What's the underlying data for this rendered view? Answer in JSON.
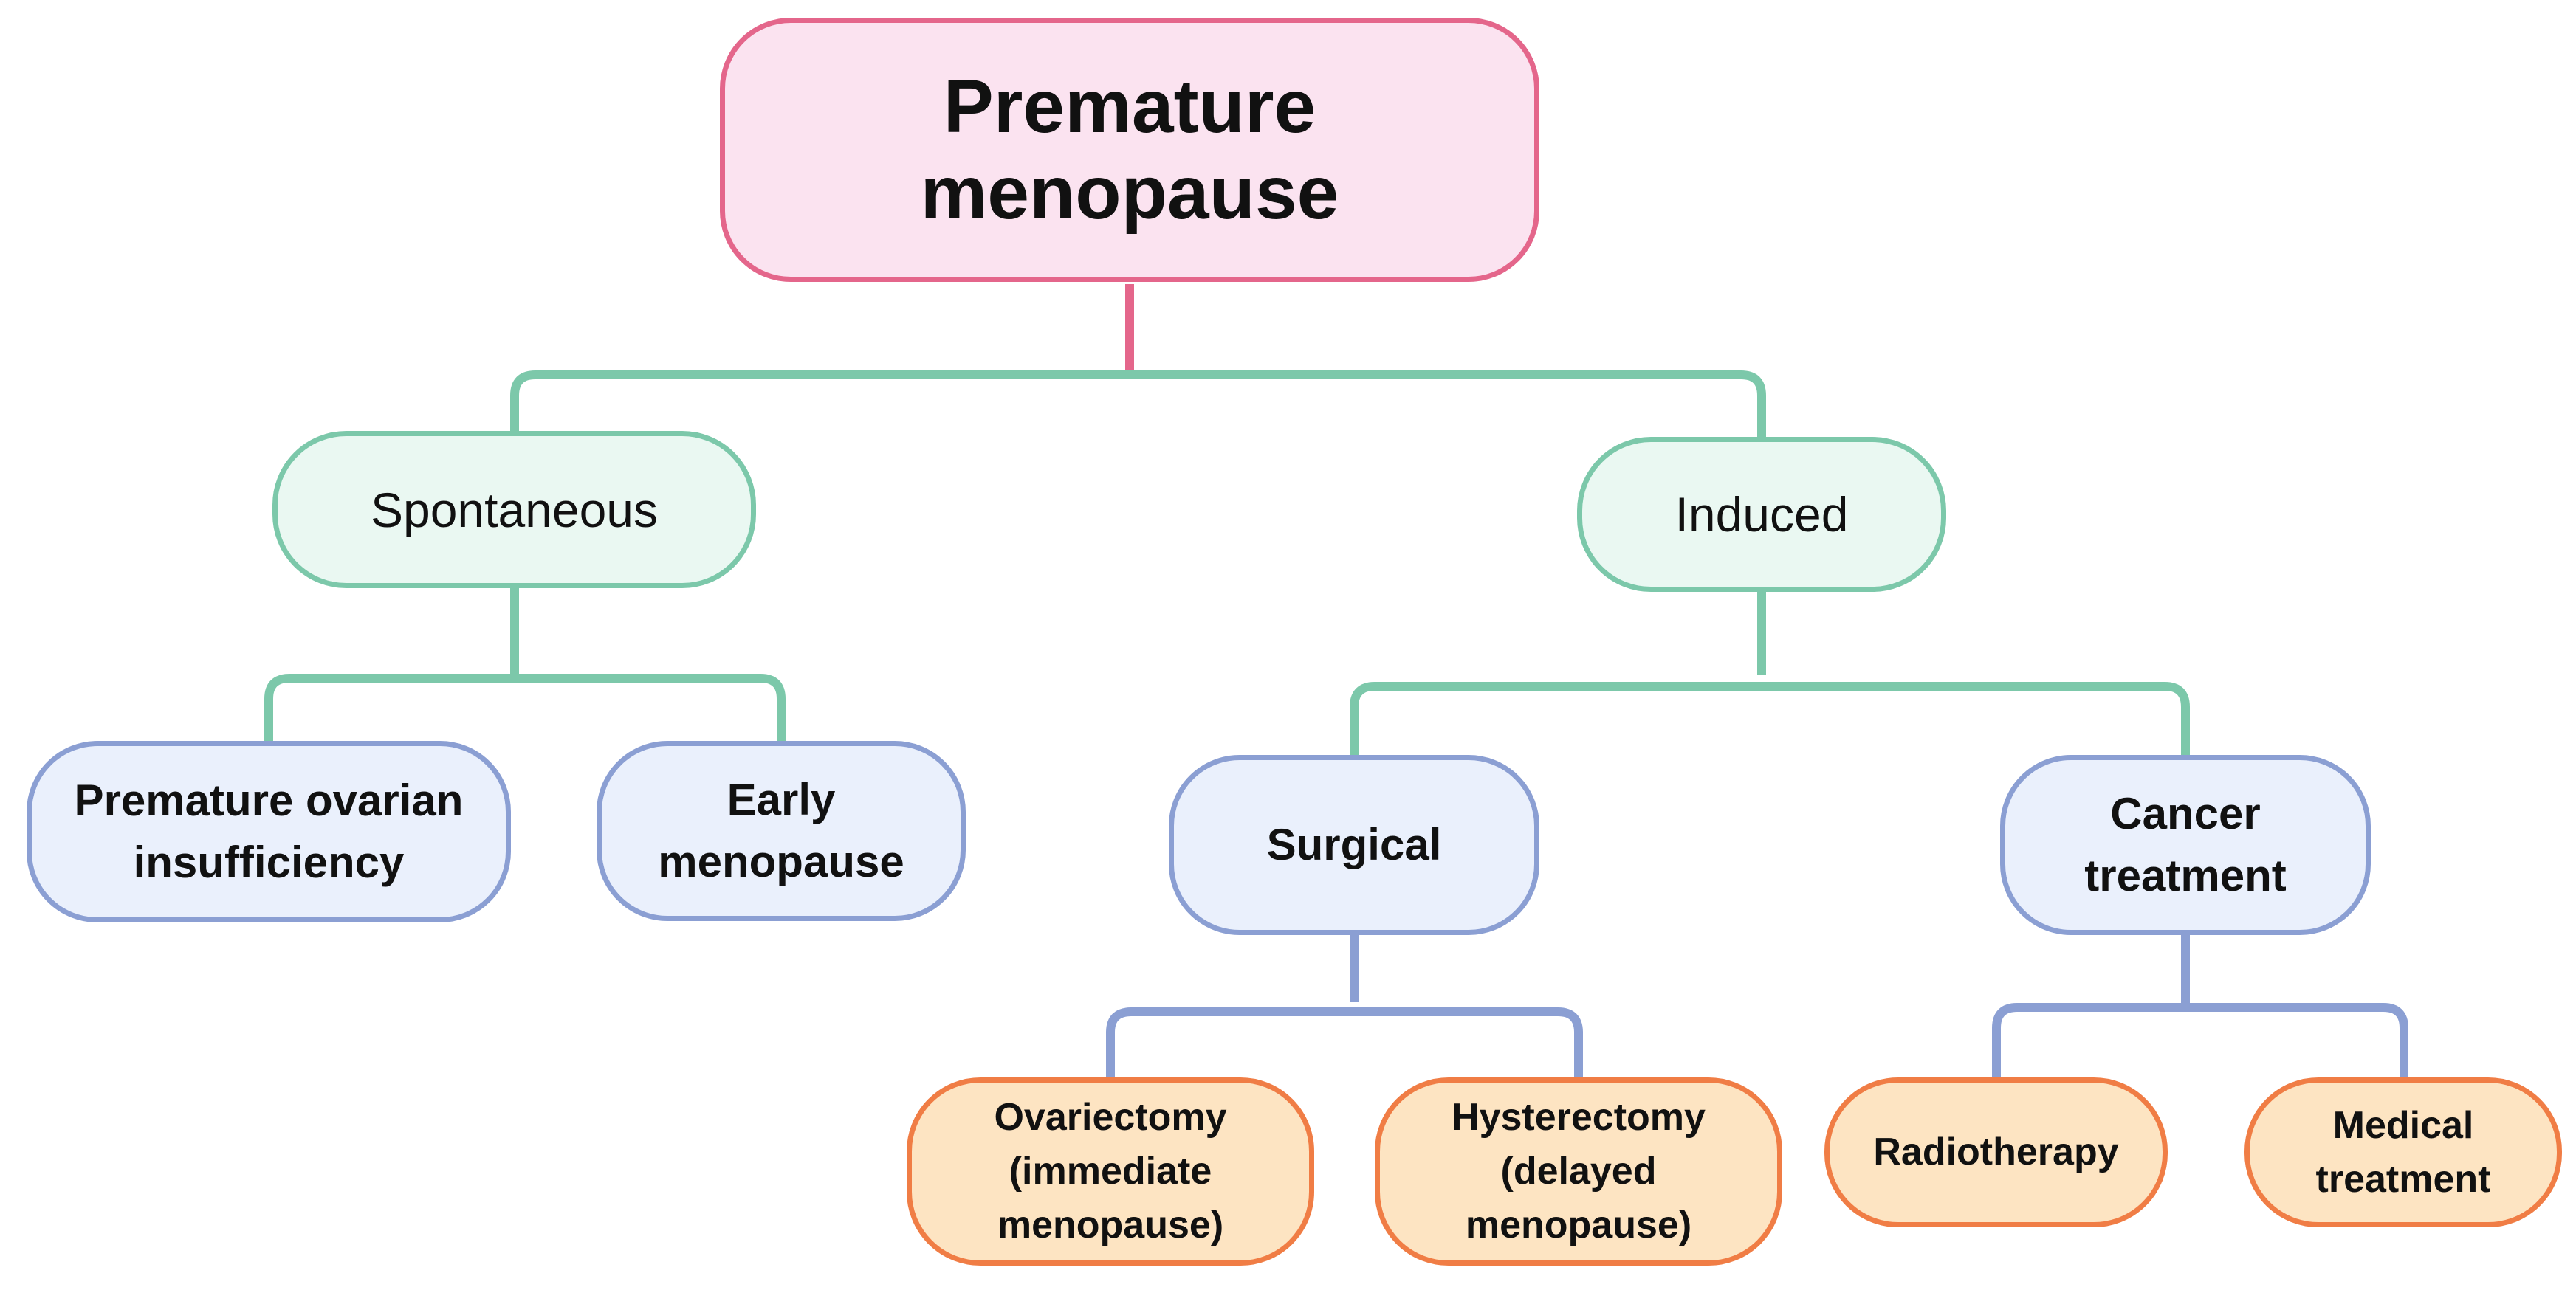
{
  "diagram": {
    "root": {
      "label": "Premature menopause",
      "color": "#e4668b",
      "fill": "#fbe3f0"
    },
    "categories": [
      {
        "label": "Spontaneous",
        "children": [
          {
            "line1": "Premature ovarian",
            "line2": "insufficiency"
          },
          {
            "line1": "Early",
            "line2": "menopause"
          }
        ]
      },
      {
        "label": "Induced",
        "children": [
          {
            "label": "Surgical",
            "children": [
              {
                "line1": "Ovariectomy",
                "line2": "(immediate",
                "line3": "menopause)"
              },
              {
                "line1": "Hysterectomy",
                "line2": "(delayed",
                "line3": "menopause)"
              }
            ]
          },
          {
            "line1": "Cancer",
            "line2": "treatment",
            "children": [
              {
                "label": "Radiotherapy"
              },
              {
                "line1": "Medical",
                "line2": "treatment"
              }
            ]
          }
        ]
      }
    ],
    "colors": {
      "level1_border": "#7cc8aa",
      "level1_fill": "#eaf8f2",
      "level2_border": "#8b9fd3",
      "level2_fill": "#eaf0fc",
      "level3_border": "#f07d45",
      "level3_fill": "#fde4c2"
    }
  }
}
